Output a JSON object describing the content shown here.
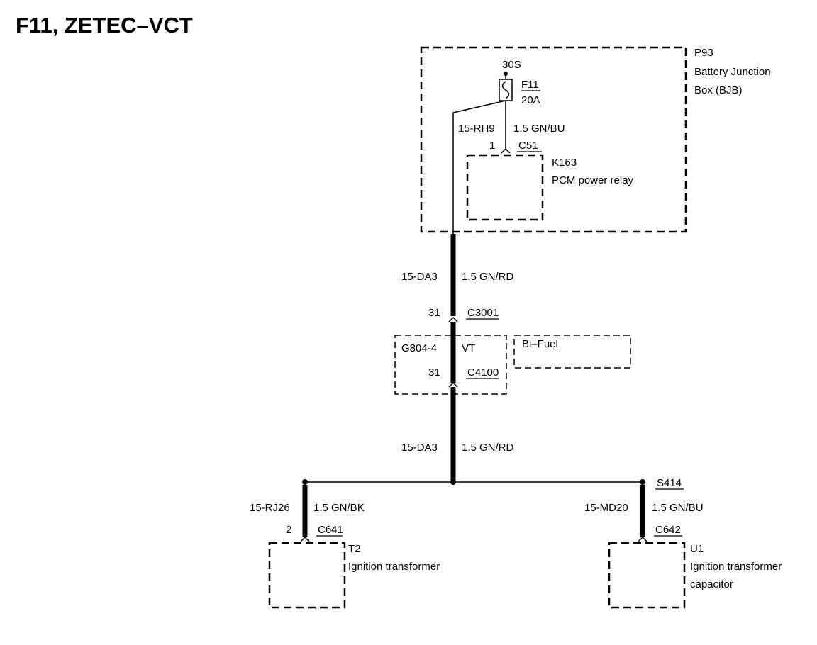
{
  "title": "F11, ZETEC–VCT",
  "bjb": {
    "id": "P93",
    "name_line1": "Battery Junction",
    "name_line2": "Box (BJB)",
    "supply": "30S",
    "fuse_id": "F11",
    "fuse_rating": "20A"
  },
  "wire_rh9": {
    "circuit": "15-RH9",
    "spec": "1.5 GN/BU"
  },
  "relay": {
    "pin": "1",
    "connector": "C51",
    "id": "K163",
    "name": "PCM power relay"
  },
  "wire_da3_upper": {
    "circuit": "15-DA3",
    "spec": "1.5 GN/RD"
  },
  "conn_c3001": {
    "pin": "31",
    "connector": "C3001"
  },
  "inline_box": {
    "ground": "G804-4",
    "code": "VT",
    "pin": "31",
    "connector": "C4100"
  },
  "option_box": {
    "label": "Bi–Fuel"
  },
  "wire_da3_lower": {
    "circuit": "15-DA3",
    "spec": "1.5 GN/RD"
  },
  "splice": {
    "id": "S414"
  },
  "branch_left": {
    "circuit": "15-RJ26",
    "spec": "1.5 GN/BK",
    "pin": "2",
    "connector": "C641",
    "component_id": "T2",
    "component_name": "Ignition transformer"
  },
  "branch_right": {
    "circuit": "15-MD20",
    "spec": "1.5 GN/BU",
    "connector": "C642",
    "component_id": "U1",
    "component_line1": "Ignition transformer",
    "component_line2": "capacitor"
  }
}
